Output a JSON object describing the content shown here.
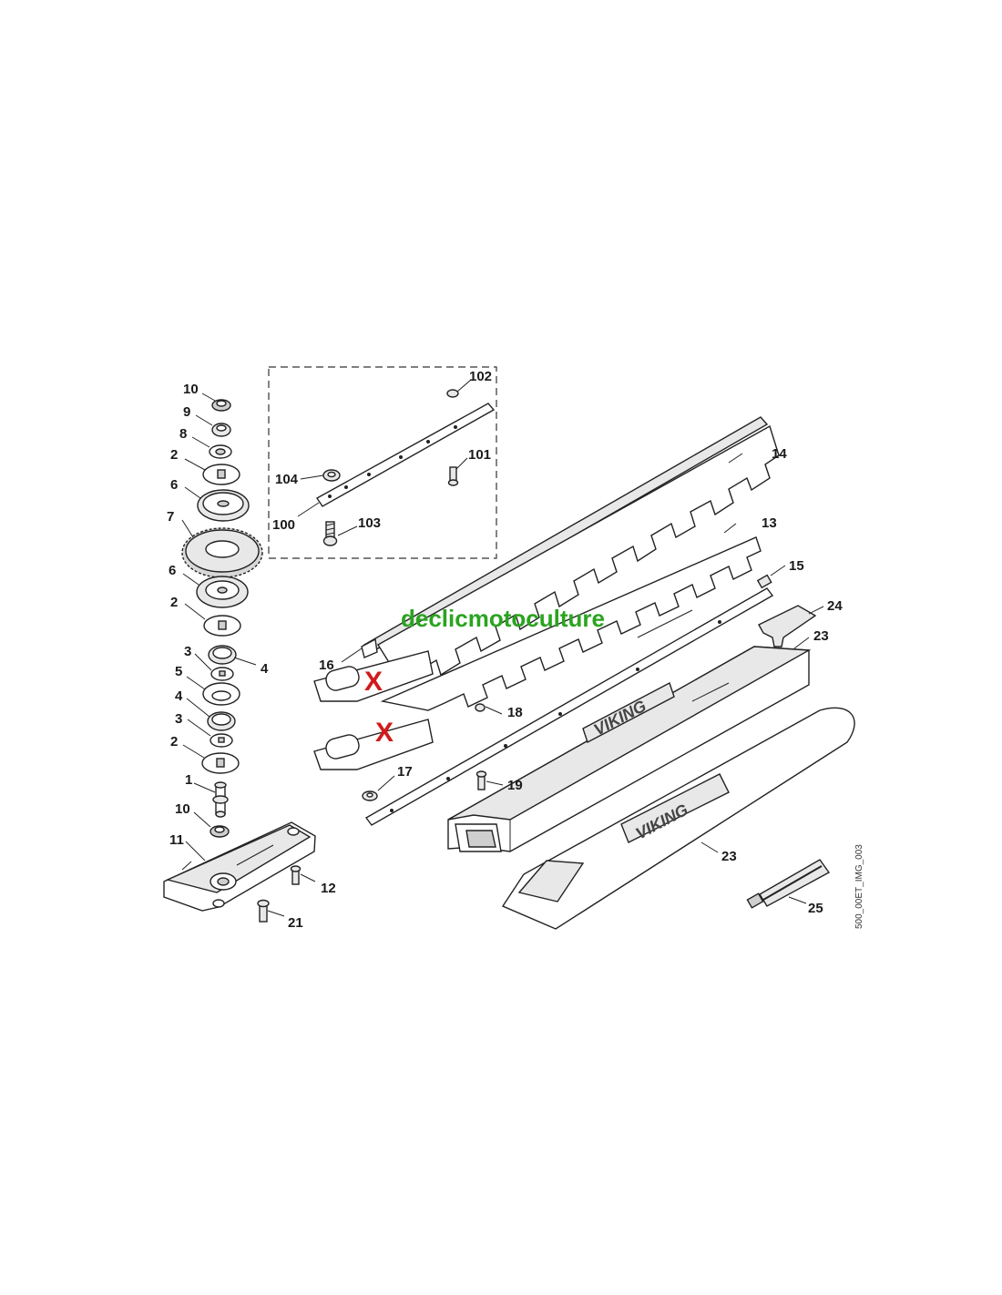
{
  "watermark": "declicmotoculture",
  "image_code": "500_00ET_IMG_003",
  "brand_logo": "VIKING",
  "x_marker": "X",
  "callouts": {
    "c10a": "10",
    "c9": "9",
    "c8": "8",
    "c2a": "2",
    "c6a": "6",
    "c7": "7",
    "c6b": "6",
    "c2b": "2",
    "c3a": "3",
    "c4a": "4",
    "c5": "5",
    "c4b": "4",
    "c3b": "3",
    "c2c": "2",
    "c1": "1",
    "c10b": "10",
    "c11": "11",
    "c12": "12",
    "c21": "21",
    "c102": "102",
    "c101": "101",
    "c104": "104",
    "c100": "100",
    "c103": "103",
    "c14": "14",
    "c13": "13",
    "c15": "15",
    "c24": "24",
    "c23a": "23",
    "c16": "16",
    "c18": "18",
    "c17": "17",
    "c19": "19",
    "c23b": "23",
    "c25": "25"
  }
}
